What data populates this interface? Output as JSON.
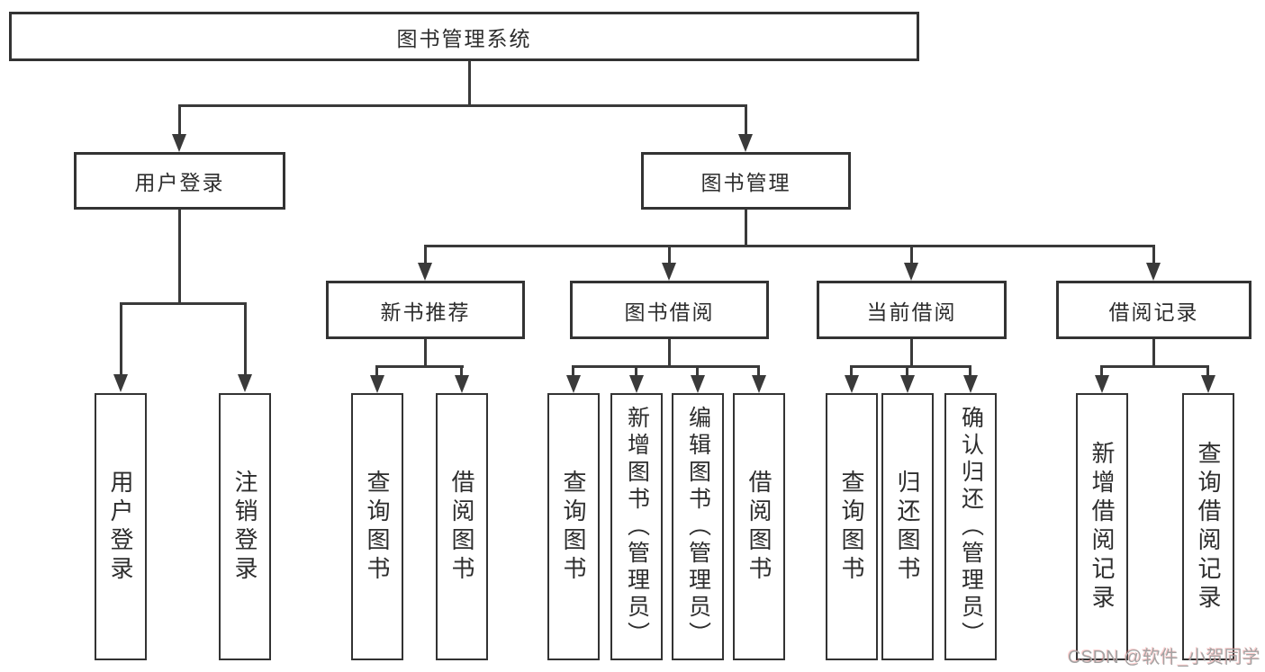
{
  "watermark": "CSDN @软件_小贺同学",
  "colors": {
    "line": "#3a3a3a",
    "border": "#333333",
    "watermark": "#a3a3a3"
  },
  "tree": {
    "root": {
      "label": "图书管理系统"
    },
    "children": [
      {
        "label": "用户登录",
        "children": [
          {
            "label": "用户登录"
          },
          {
            "label": "注销登录"
          }
        ]
      },
      {
        "label": "图书管理",
        "children": [
          {
            "label": "新书推荐",
            "children": [
              {
                "label": "查询图书"
              },
              {
                "label": "借阅图书"
              }
            ]
          },
          {
            "label": "图书借阅",
            "children": [
              {
                "label": "查询图书"
              },
              {
                "label": "新增图书（管理员）"
              },
              {
                "label": "编辑图书（管理员）"
              },
              {
                "label": "借阅图书"
              }
            ]
          },
          {
            "label": "当前借阅",
            "children": [
              {
                "label": "查询图书"
              },
              {
                "label": "归还图书"
              },
              {
                "label": "确认归还（管理员）"
              }
            ]
          },
          {
            "label": "借阅记录",
            "children": [
              {
                "label": "新增借阅记录"
              },
              {
                "label": "查询借阅记录"
              }
            ]
          }
        ]
      }
    ]
  }
}
